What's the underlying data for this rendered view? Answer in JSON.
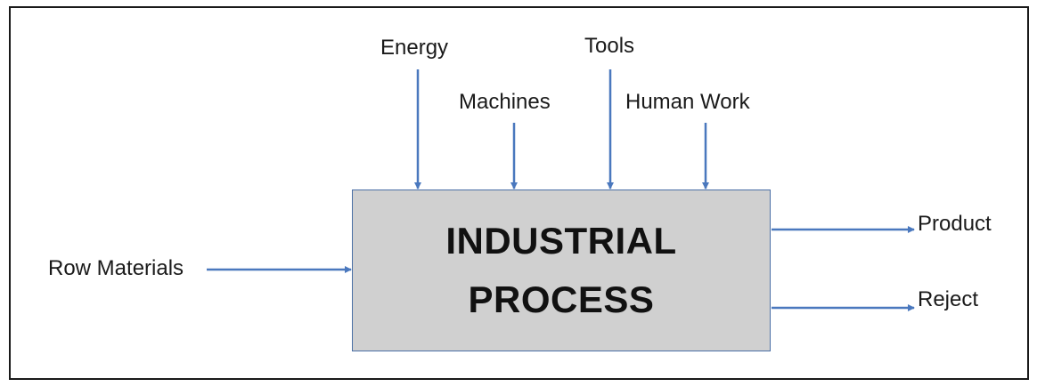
{
  "diagram": {
    "process": {
      "line1": "INDUSTRIAL",
      "line2": "PROCESS"
    },
    "inputs_top": [
      {
        "label": "Energy"
      },
      {
        "label": "Machines"
      },
      {
        "label": "Tools"
      },
      {
        "label": "Human Work"
      }
    ],
    "input_left": {
      "label": "Row Materials"
    },
    "outputs": [
      {
        "label": "Product"
      },
      {
        "label": "Reject"
      }
    ],
    "colors": {
      "arrow": "#4a78be",
      "box_fill": "#d0d0d0",
      "box_border": "#4a6fa5",
      "frame_border": "#1a1a1a",
      "text": "#1a1a1a"
    }
  }
}
